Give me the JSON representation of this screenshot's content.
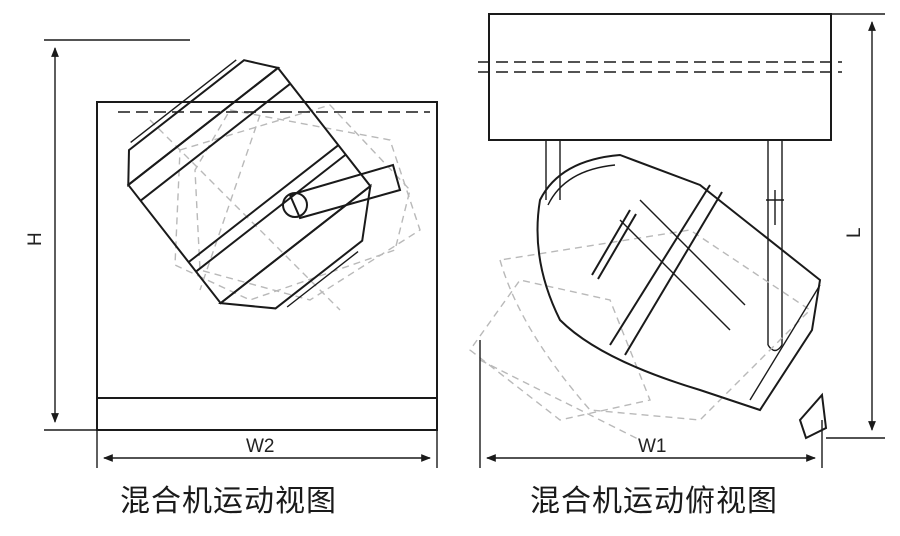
{
  "dimensions": {
    "height_label": "H",
    "side_width_label": "W2",
    "top_width_label": "W1",
    "length_label": "L"
  },
  "captions": {
    "side_view": "混合机运动视图",
    "top_view": "混合机运动俯视图"
  },
  "colors": {
    "line": "#1a1a1a",
    "ghost": "#b9b9b9",
    "background": "#ffffff"
  }
}
